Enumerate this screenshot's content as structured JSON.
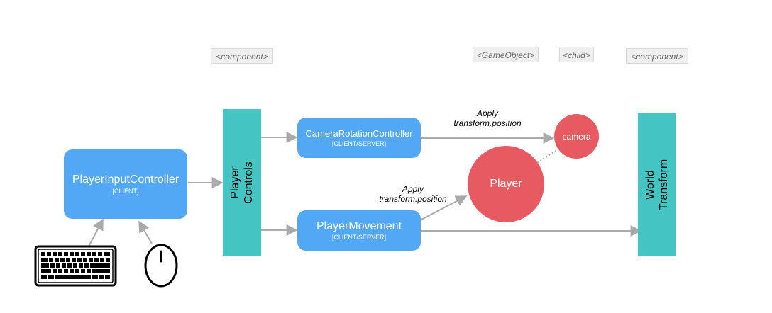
{
  "tags": {
    "player_controls": "<component>",
    "player_gameobject": "<GameObject>",
    "camera_child": "<child>",
    "world_transform": "<component>"
  },
  "nodes": {
    "player_input": {
      "title": "PlayerInputController",
      "sub": "[CLIENT]"
    },
    "camera_rotation": {
      "title": "CameraRotationController",
      "sub": "[CLIENT/SERVER]"
    },
    "player_movement": {
      "title": "PlayerMovement",
      "sub": "[CLIENT/SERVER]"
    },
    "player_controls": {
      "line1": "Player",
      "line2": "Controls"
    },
    "world_transform": {
      "line1": "World",
      "line2": "Transform"
    },
    "player": {
      "label": "Player"
    },
    "camera": {
      "label": "camera"
    }
  },
  "edge_labels": {
    "camera_apply": {
      "line1": "Apply",
      "line2": "transform.position"
    },
    "player_apply": {
      "line1": "Apply",
      "line2": "transform.position"
    }
  },
  "icons": {
    "keyboard": "keyboard-icon",
    "mouse": "mouse-icon"
  },
  "colors": {
    "box": "#52a8f5",
    "bar": "#45c4c4",
    "circle": "#e85a62",
    "arrow": "#aaaaaa"
  }
}
